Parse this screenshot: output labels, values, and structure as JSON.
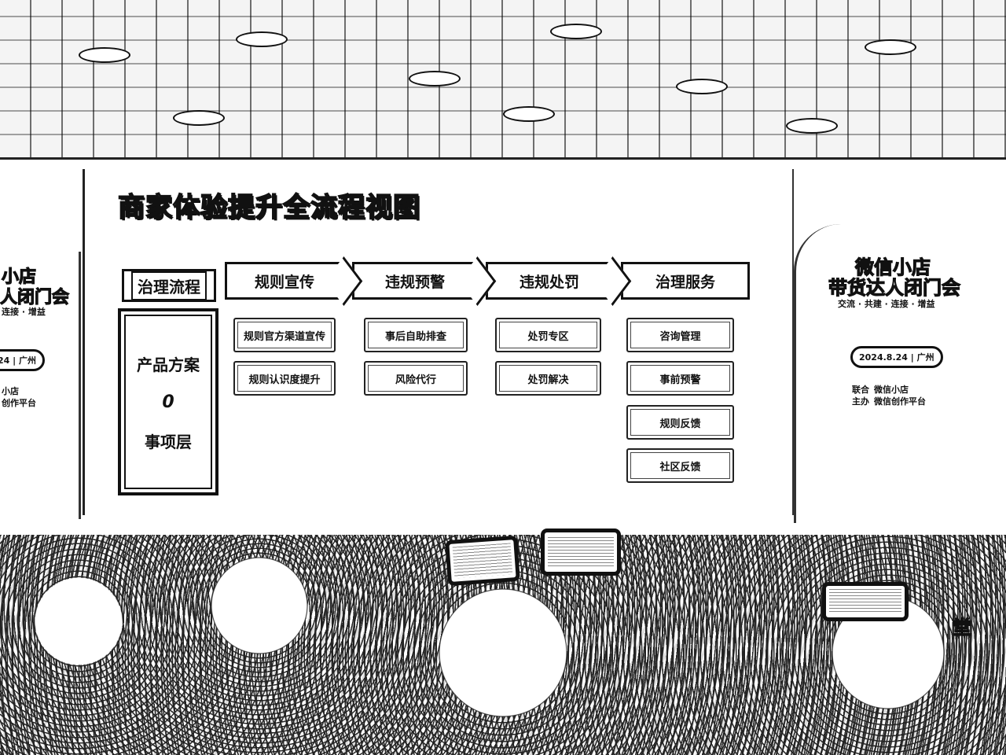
{
  "screen": {
    "title": "商家体验提升全流程视图",
    "flow_label": "治理流程",
    "side_box": {
      "line1": "产品方案",
      "line2": "0",
      "line3": "事项层"
    },
    "steps": [
      "规则宣传",
      "违规预警",
      "违规处罚",
      "治理服务"
    ],
    "columns": [
      [
        "规则官方渠道宣传",
        "规则认识度提升"
      ],
      [
        "事后自助排查",
        "风险代行"
      ],
      [
        "处罚专区",
        "处罚解决"
      ],
      [
        "咨询管理",
        "事前预警",
        "规则反馈",
        "社区反馈"
      ]
    ]
  },
  "right_banner": {
    "line1": "微信小店",
    "line2": "带货达人闭门会",
    "tagline": "交流 · 共建 · 连接 · 增益",
    "date": "2024.8.24 | 广州",
    "meta_left": [
      "联合",
      "主办"
    ],
    "meta_right": [
      "微信小店",
      "微信创作平台"
    ]
  },
  "left_banner": {
    "line1": "小店",
    "line2": "人闭门会",
    "tagline": "连接 · 增益",
    "date": "24 | 广州",
    "meta": [
      "小店",
      "创作平台"
    ]
  },
  "bottom_right_char": "堂"
}
